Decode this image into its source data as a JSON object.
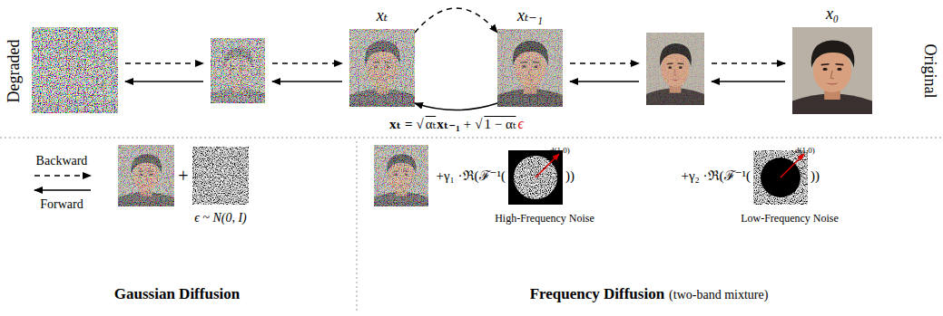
{
  "diagram": {
    "nodes": [
      {
        "text": [
          "xₜ"
        ]
      },
      {
        "text": [
          "xₜ₋₁"
        ]
      },
      {
        "text": [
          "x₀"
        ]
      }
    ],
    "edges": [
      {
        "from": 0,
        "to": 1,
        "arrow": "to"
      },
      {
        "from": 1,
        "to": 0,
        "arrow": "to"
      }
    ],
    "labels": [
      "Degraded",
      "Original",
      "xₜ =",
      "√",
      "αₜ",
      "xₜ₋₁",
      "+",
      "√",
      "1 − αₜ",
      "ϵ",
      "Backward",
      "Forward",
      "+",
      "ϵ ~ N(0, I)",
      "+γ₁ ·ℜ(ℱ⁻¹(",
      "))",
      "d(1,0)",
      "High-Frequency Noise",
      "+γ₂ ·ℜ(ℱ⁻¹(",
      "))",
      "d(1,0)",
      "Low-Frequency Noise",
      "Gaussian Diffusion",
      "Frequency Diffusion",
      "(two-band mixture)"
    ]
  }
}
